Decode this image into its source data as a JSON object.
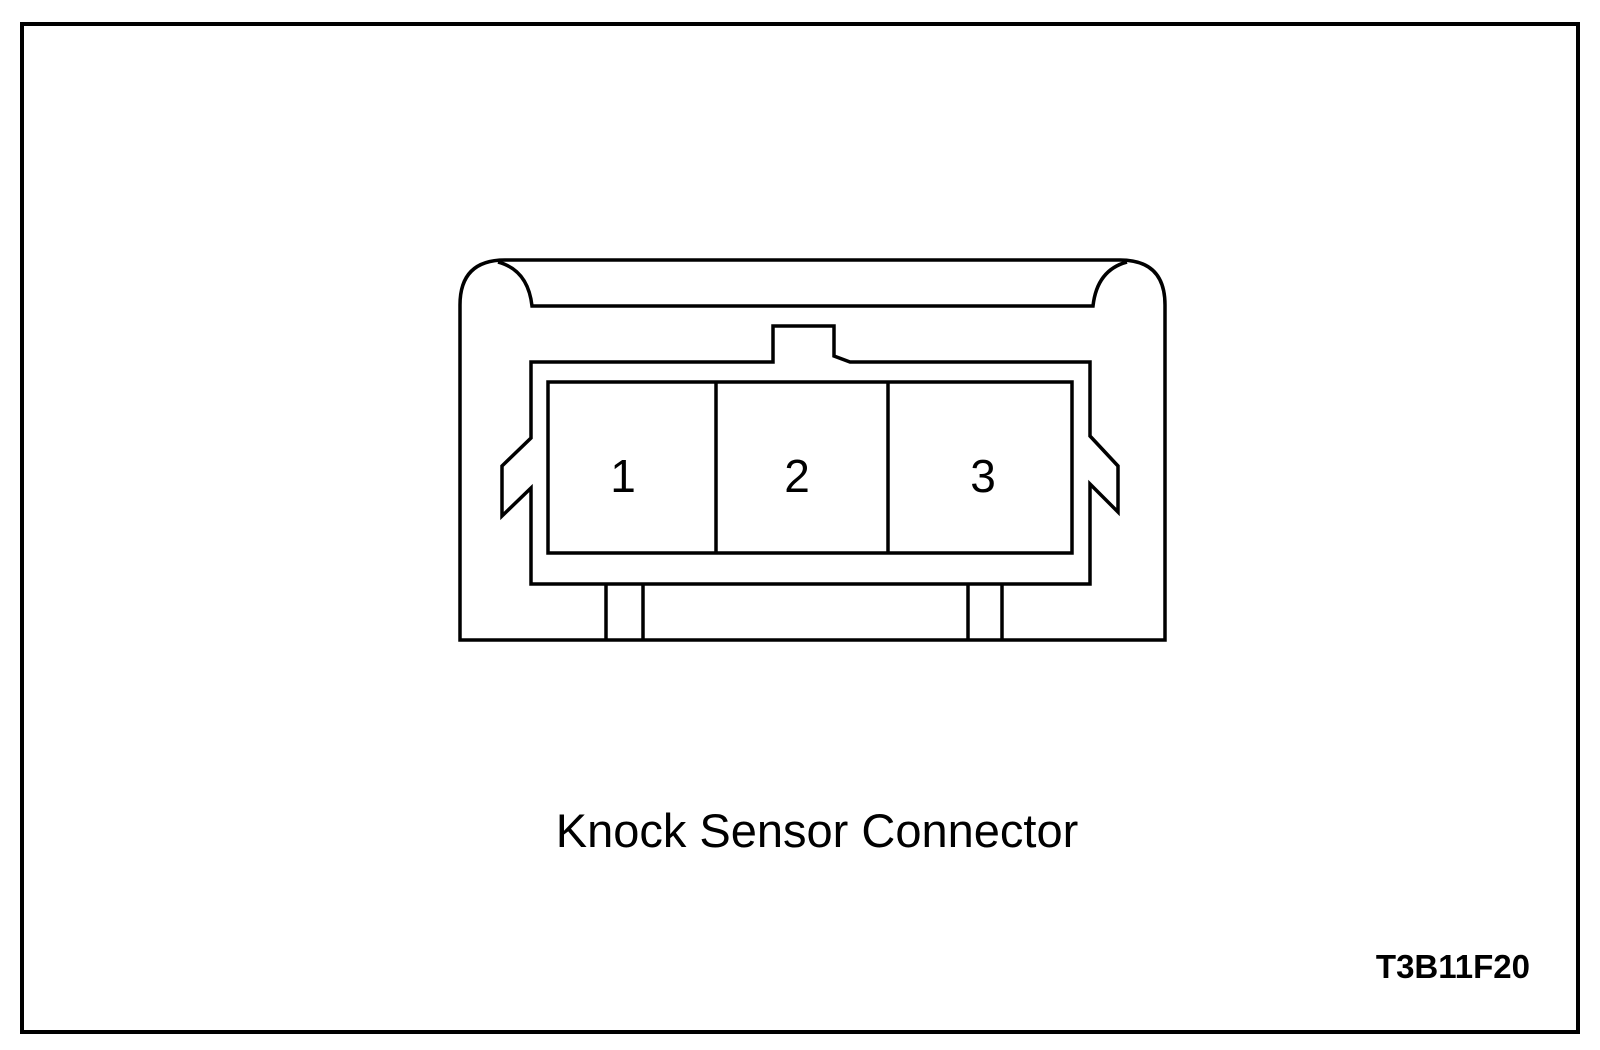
{
  "caption": "Knock Sensor Connector",
  "figure_code": "T3B11F20",
  "pins": [
    {
      "number": "1"
    },
    {
      "number": "2"
    },
    {
      "number": "3"
    }
  ]
}
